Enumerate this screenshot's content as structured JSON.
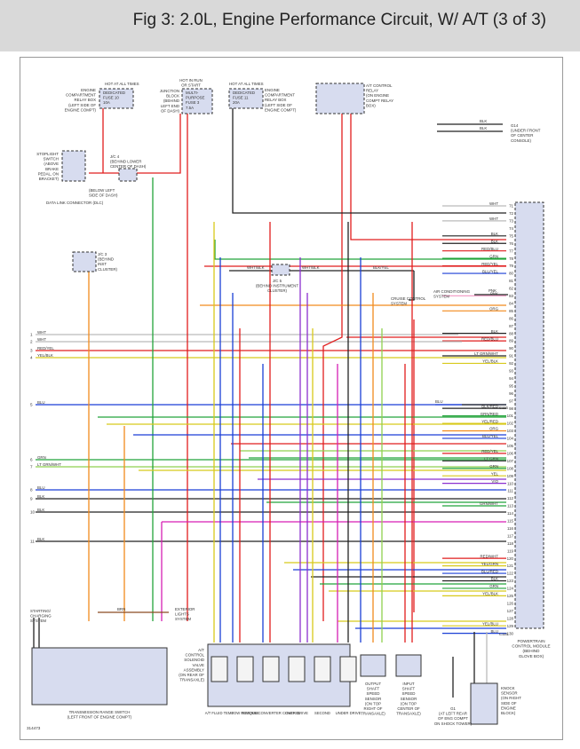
{
  "title": "Fig 3: 2.0L, Engine Performance Circuit, W/ A/T (3 of 3)",
  "figure_id": "314473",
  "colors": {
    "red": "#e11d1d",
    "green": "#22a33a",
    "blue": "#1a3fd6",
    "orange": "#f28a1c",
    "yellow": "#d8c91a",
    "magenta": "#d61fb3",
    "violet": "#8b2fd0",
    "brown": "#8a4a20",
    "black": "#222222",
    "white": "#bbbbbb",
    "pink": "#f4a0c8",
    "ltgrn": "#8fd14f",
    "component_fill": "#d7dcef",
    "title_bg": "#d9d9d9"
  },
  "components": {
    "fuse10": {
      "note": "HOT AT ALL TIMES",
      "label": [
        "DEDICATED",
        "FUSE 10",
        "10A"
      ],
      "location": [
        "ENGINE",
        "COMPARTMENT",
        "RELAY BOX",
        "(LEFT SIDE OF",
        "ENGINE COMPT)"
      ]
    },
    "fuse3": {
      "note": [
        "HOT IN RUN",
        "OR START"
      ],
      "label": [
        "MULTI-",
        "PURPOSE",
        "FUSE 3",
        "7.5A"
      ],
      "location": [
        "JUNCTION",
        "BLOCK",
        "(BEHIND",
        "LEFT END",
        "OF DASH)"
      ]
    },
    "fuse11": {
      "note": "HOT AT ALL TIMES",
      "label": [
        "DEDICATED",
        "FUSE 11",
        "20A"
      ],
      "location": [
        "ENGINE",
        "COMPARTMENT",
        "RELAY BOX",
        "(LEFT SIDE OF",
        "ENGINE COMPT)"
      ]
    },
    "at_relay": {
      "label": [
        "A/T CONTROL",
        "RELAY",
        "(ON ENGINE",
        "COMPT RELAY",
        "BOX)"
      ]
    },
    "g14": {
      "label": [
        "G14",
        "(UNDER FRONT",
        "OF CENTER",
        "CONSOLE)"
      ]
    },
    "stoplight": {
      "label": [
        "STOPLIGHT",
        "SWITCH",
        "(ABOVE",
        "BRAKE",
        "PEDAL, ON",
        "BRACKET)"
      ]
    },
    "jc4": {
      "label": [
        "J/C 4",
        "(BEHIND LOWER",
        "CENTER OF DASH)"
      ]
    },
    "dlc": {
      "label": [
        "(BELOW LEFT",
        "SIDE OF DASH)",
        "DATA LINK CONNECTOR (DLC)"
      ]
    },
    "jc3": {
      "label": [
        "J/C 3",
        "(BEHIND",
        "INST",
        "CLUSTER)"
      ]
    },
    "jc5": {
      "label": [
        "J/C 5",
        "(BEHIND INSTRUMENT",
        "CLUSTER)"
      ]
    },
    "cruise": {
      "label": [
        "CRUISE CONTROL",
        "SYSTEM"
      ]
    },
    "ac": {
      "label": [
        "AIR CONDITIONING",
        "SYSTEM"
      ]
    },
    "pcm": {
      "label": [
        "POWERTRAIN",
        "CONTROL MODULE",
        "(BEHIND",
        "GLOVE BOX)"
      ]
    },
    "starting": {
      "label": [
        "STARTING/",
        "CHARGING",
        "SYSTEM"
      ]
    },
    "ext_lights": {
      "label": [
        "EXTERIOR",
        "LIGHTS",
        "SYSTEM"
      ]
    },
    "trs": {
      "label": [
        "TRANSMISSION RANGE SWITCH",
        "(LEFT FRONT OF ENGINE COMPT)"
      ]
    },
    "solenoid": {
      "label": [
        "A/T",
        "CONTROL",
        "SOLENOID",
        "VALVE",
        "ASSEMBLY",
        "(ON REAR OF",
        "TRANSAXLE)"
      ],
      "items": [
        "A/T FLUID TEMP",
        "LOW REVERSE",
        "TORQUE CONVERTER CONTROL",
        "OVER DRIVE",
        "SECOND",
        "UNDER DRIVE"
      ]
    },
    "oss": {
      "label": [
        "OUTPUT",
        "SHAFT",
        "SPEED",
        "SENSOR",
        "(ON TOP",
        "RIGHT OF",
        "TRANSAXLE)"
      ]
    },
    "iss": {
      "label": [
        "INPUT",
        "SHAFT",
        "SPEED",
        "SENSOR",
        "(ON TOP",
        "CENTER OF",
        "TRANSAXLE)"
      ]
    },
    "g1": {
      "label": [
        "G1",
        "(AT LEFT REAR",
        "OF ENG COMPT",
        "ON SHOCK TOWER)"
      ]
    },
    "knock": {
      "label": [
        "KNOCK",
        "SENSOR",
        "(ON RIGHT",
        "SIDE OF",
        "ENGINE",
        "BLOCK)"
      ]
    }
  },
  "pcm_pins": [
    {
      "pin": "71",
      "wire": "WHT"
    },
    {
      "pin": "72",
      "wire": ""
    },
    {
      "pin": "73",
      "wire": "WHT"
    },
    {
      "pin": "74",
      "wire": ""
    },
    {
      "pin": "75",
      "wire": "BLK"
    },
    {
      "pin": "76",
      "wire": "BLK"
    },
    {
      "pin": "77",
      "wire": "RED/BLU"
    },
    {
      "pin": "78",
      "wire": "GRN"
    },
    {
      "pin": "79",
      "wire": "RED/YEL"
    },
    {
      "pin": "80",
      "wire": "BLU/YEL"
    },
    {
      "pin": "81",
      "wire": ""
    },
    {
      "pin": "82",
      "wire": ""
    },
    {
      "pin": "83",
      "wire": "PNK"
    },
    {
      "pin": "84",
      "wire": ""
    },
    {
      "pin": "85",
      "wire": "ORG"
    },
    {
      "pin": "86",
      "wire": ""
    },
    {
      "pin": "87",
      "wire": ""
    },
    {
      "pin": "88",
      "wire": "BLK"
    },
    {
      "pin": "89",
      "wire": "RED/BLU"
    },
    {
      "pin": "90",
      "wire": ""
    },
    {
      "pin": "91",
      "wire": "LT GRN/WHT"
    },
    {
      "pin": "92",
      "wire": "YEL/BLK"
    },
    {
      "pin": "93",
      "wire": ""
    },
    {
      "pin": "94",
      "wire": ""
    },
    {
      "pin": "95",
      "wire": ""
    },
    {
      "pin": "96",
      "wire": ""
    },
    {
      "pin": "97",
      "wire": ""
    },
    {
      "pin": "98",
      "wire": "BLK/RED"
    },
    {
      "pin": "101",
      "wire": "GRN/RED"
    },
    {
      "pin": "102",
      "wire": "YEL/RED"
    },
    {
      "pin": "103",
      "wire": "ORG"
    },
    {
      "pin": "104",
      "wire": "BLU/YEL"
    },
    {
      "pin": "105",
      "wire": ""
    },
    {
      "pin": "106",
      "wire": "RED/YEL"
    },
    {
      "pin": "107",
      "wire": "LT GRN"
    },
    {
      "pin": "108",
      "wire": "GRN"
    },
    {
      "pin": "109",
      "wire": "YEL"
    },
    {
      "pin": "110",
      "wire": "VIO"
    },
    {
      "pin": "111",
      "wire": ""
    },
    {
      "pin": "112",
      "wire": ""
    },
    {
      "pin": "113",
      "wire": "GRN/WHT"
    },
    {
      "pin": "114",
      "wire": ""
    },
    {
      "pin": "115",
      "wire": ""
    },
    {
      "pin": "116",
      "wire": ""
    },
    {
      "pin": "117",
      "wire": ""
    },
    {
      "pin": "118",
      "wire": ""
    },
    {
      "pin": "119",
      "wire": ""
    },
    {
      "pin": "120",
      "wire": "RED/WHT"
    },
    {
      "pin": "121",
      "wire": "YEL/GRN"
    },
    {
      "pin": "122",
      "wire": "BLU/RED"
    },
    {
      "pin": "123",
      "wire": "BLK"
    },
    {
      "pin": "124",
      "wire": "GRN"
    },
    {
      "pin": "125",
      "wire": "YEL/BLK"
    },
    {
      "pin": "126",
      "wire": ""
    },
    {
      "pin": "127",
      "wire": ""
    },
    {
      "pin": "128",
      "wire": ""
    },
    {
      "pin": "129",
      "wire": "YEL/BLU"
    },
    {
      "pin": "130",
      "wire": "BLU"
    }
  ],
  "connector_ids": {
    "c115": "C115",
    "c116": "C116"
  },
  "left_entries": [
    {
      "n": "1",
      "wire": "WHT"
    },
    {
      "n": "2",
      "wire": "WHT"
    },
    {
      "n": "3",
      "wire": "RED/YEL"
    },
    {
      "n": "4",
      "wire": "YEL/BLK"
    },
    {
      "n": "5",
      "wire": "BLU"
    },
    {
      "n": "6",
      "wire": "GRN"
    },
    {
      "n": "7",
      "wire": "LT GRN/WHT"
    },
    {
      "n": "8",
      "wire": "BLU"
    },
    {
      "n": "9",
      "wire": "BLK"
    },
    {
      "n": "10",
      "wire": "BLK"
    },
    {
      "n": "11",
      "wire": "BLK"
    }
  ],
  "misc_labels": {
    "blk": "BLK",
    "grn": "GRN",
    "red_blu": "RED/BLU",
    "wht_blk": "WHT/BLK",
    "blk_yel": "BLK/YEL",
    "brn": "BRN",
    "blu": "BLU",
    "pnk": "PNK",
    "org": "ORG",
    "red": "RED",
    "wht": "WHT",
    "grn_wht": "GRN/WHT",
    "blk_red": "BLK/RED"
  }
}
